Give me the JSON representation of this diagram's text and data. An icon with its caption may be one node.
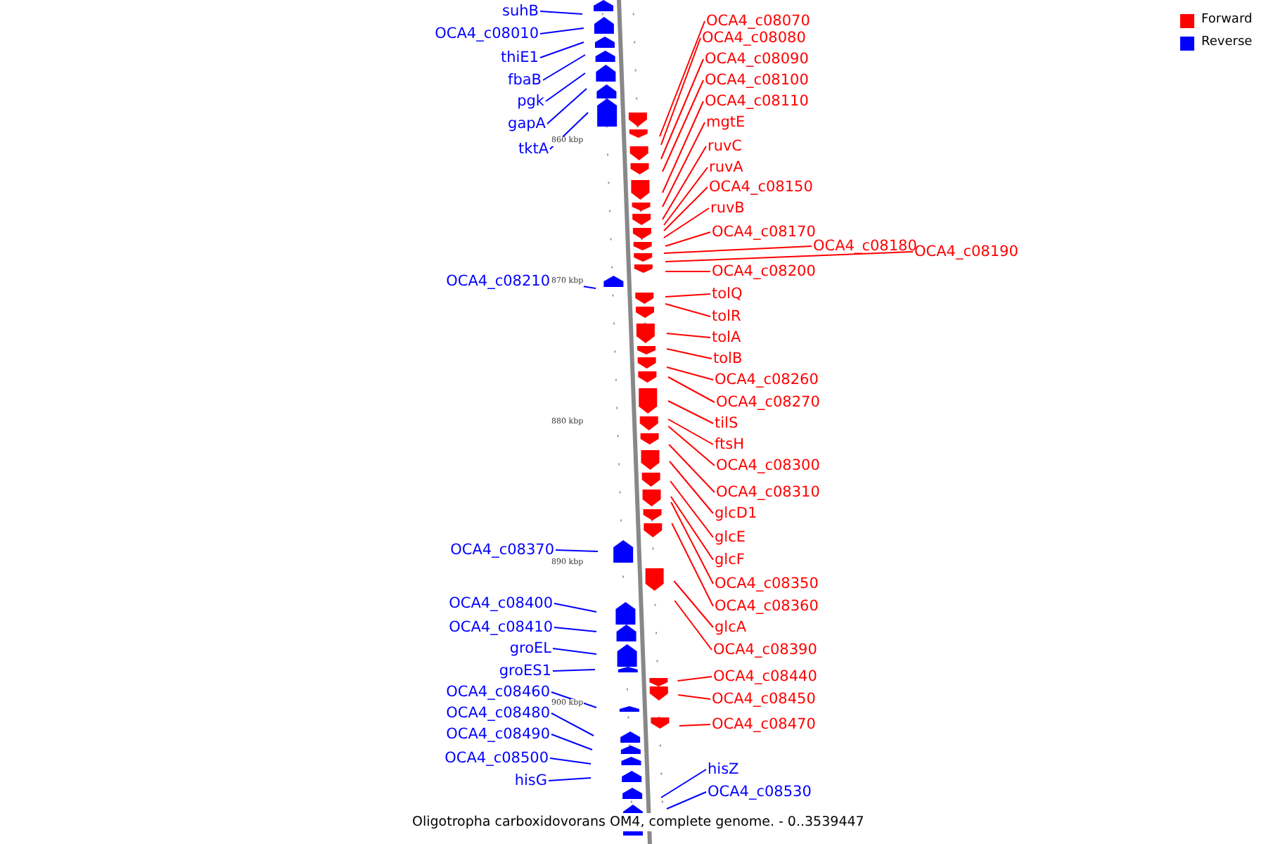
{
  "diagram": {
    "caption": "Oligotropha carboxidovorans OM4, complete genome. - 0..3539447",
    "nodes": [
      {
        "text": [
          "suhB"
        ]
      },
      {
        "text": [
          "OCA4_c08010"
        ]
      },
      {
        "text": [
          "thiE1"
        ]
      },
      {
        "text": [
          "fbaB"
        ]
      },
      {
        "text": [
          "pgk"
        ]
      },
      {
        "text": [
          "gapA"
        ]
      },
      {
        "text": [
          "tktA"
        ]
      },
      {
        "text": [
          "OCA4_c08210"
        ]
      },
      {
        "text": [
          "OCA4_c08370"
        ]
      },
      {
        "text": [
          "OCA4_c08400"
        ]
      },
      {
        "text": [
          "OCA4_c08410"
        ]
      },
      {
        "text": [
          "groEL"
        ]
      },
      {
        "text": [
          "groES1"
        ]
      },
      {
        "text": [
          "OCA4_c08460"
        ]
      },
      {
        "text": [
          "OCA4_c08480"
        ]
      },
      {
        "text": [
          "OCA4_c08490"
        ]
      },
      {
        "text": [
          "OCA4_c08500"
        ]
      },
      {
        "text": [
          "hisG"
        ]
      },
      {
        "text": [
          "OCA4_c08070"
        ]
      },
      {
        "text": [
          "OCA4_c08080"
        ]
      },
      {
        "text": [
          "OCA4_c08090"
        ]
      },
      {
        "text": [
          "OCA4_c08100"
        ]
      },
      {
        "text": [
          "OCA4_c08110"
        ]
      },
      {
        "text": [
          "mgtE"
        ]
      },
      {
        "text": [
          "ruvC"
        ]
      },
      {
        "text": [
          "ruvA"
        ]
      },
      {
        "text": [
          "OCA4_c08150"
        ]
      },
      {
        "text": [
          "ruvB"
        ]
      },
      {
        "text": [
          "OCA4_c08170"
        ]
      },
      {
        "text": [
          "OCA4_c08180"
        ]
      },
      {
        "text": [
          "OCA4_c08190"
        ]
      },
      {
        "text": [
          "OCA4_c08200"
        ]
      },
      {
        "text": [
          "tolQ"
        ]
      },
      {
        "text": [
          "tolR"
        ]
      },
      {
        "text": [
          "tolA"
        ]
      },
      {
        "text": [
          "tolB"
        ]
      },
      {
        "text": [
          "OCA4_c08260"
        ]
      },
      {
        "text": [
          "OCA4_c08270"
        ]
      },
      {
        "text": [
          "tilS"
        ]
      },
      {
        "text": [
          "ftsH"
        ]
      },
      {
        "text": [
          "OCA4_c08300"
        ]
      },
      {
        "text": [
          "OCA4_c08310"
        ]
      },
      {
        "text": [
          "glcD1"
        ]
      },
      {
        "text": [
          "glcE"
        ]
      },
      {
        "text": [
          "glcF"
        ]
      },
      {
        "text": [
          "OCA4_c08350"
        ]
      },
      {
        "text": [
          "OCA4_c08360"
        ]
      },
      {
        "text": [
          "glcA"
        ]
      },
      {
        "text": [
          "OCA4_c08390"
        ]
      },
      {
        "text": [
          "OCA4_c08440"
        ]
      },
      {
        "text": [
          "OCA4_c08450"
        ]
      },
      {
        "text": [
          "OCA4_c08470"
        ]
      },
      {
        "text": [
          "hisZ"
        ]
      },
      {
        "text": [
          "OCA4_c08530"
        ]
      }
    ],
    "edges": [
      {
        "from": 0,
        "to": null,
        "arrow": "none",
        "color": "#0000ff"
      },
      {
        "from": 1,
        "to": null,
        "arrow": "none",
        "color": "#0000ff"
      },
      {
        "from": 2,
        "to": null,
        "arrow": "none",
        "color": "#0000ff"
      },
      {
        "from": 3,
        "to": null,
        "arrow": "none",
        "color": "#0000ff"
      },
      {
        "from": 4,
        "to": null,
        "arrow": "none",
        "color": "#0000ff"
      },
      {
        "from": 5,
        "to": null,
        "arrow": "none",
        "color": "#0000ff"
      },
      {
        "from": 6,
        "to": null,
        "arrow": "none",
        "color": "#0000ff"
      },
      {
        "from": 7,
        "to": null,
        "arrow": "none",
        "color": "#0000ff"
      },
      {
        "from": 8,
        "to": null,
        "arrow": "none",
        "color": "#0000ff"
      },
      {
        "from": 9,
        "to": null,
        "arrow": "none",
        "color": "#0000ff"
      },
      {
        "from": 10,
        "to": null,
        "arrow": "none",
        "color": "#0000ff"
      },
      {
        "from": 11,
        "to": null,
        "arrow": "none",
        "color": "#0000ff"
      },
      {
        "from": 12,
        "to": null,
        "arrow": "none",
        "color": "#0000ff"
      },
      {
        "from": 13,
        "to": null,
        "arrow": "none",
        "color": "#0000ff"
      },
      {
        "from": 14,
        "to": null,
        "arrow": "none",
        "color": "#0000ff"
      },
      {
        "from": 15,
        "to": null,
        "arrow": "none",
        "color": "#0000ff"
      },
      {
        "from": 16,
        "to": null,
        "arrow": "none",
        "color": "#0000ff"
      },
      {
        "from": 17,
        "to": null,
        "arrow": "none",
        "color": "#0000ff"
      },
      {
        "from": 18,
        "to": null,
        "arrow": "none"
      },
      {
        "from": 19,
        "to": null,
        "arrow": "none"
      },
      {
        "from": 20,
        "to": null,
        "arrow": "none"
      },
      {
        "from": 21,
        "to": null,
        "arrow": "none"
      },
      {
        "from": 22,
        "to": null,
        "arrow": "none"
      },
      {
        "from": 23,
        "to": null,
        "arrow": "none"
      },
      {
        "from": 24,
        "to": null,
        "arrow": "none"
      },
      {
        "from": 25,
        "to": null,
        "arrow": "none"
      },
      {
        "from": 26,
        "to": null,
        "arrow": "none"
      },
      {
        "from": 27,
        "to": null,
        "arrow": "none"
      },
      {
        "from": 28,
        "to": null,
        "arrow": "none"
      },
      {
        "from": 29,
        "to": null,
        "arrow": "none"
      },
      {
        "from": 30,
        "to": null,
        "arrow": "none"
      },
      {
        "from": 31,
        "to": null,
        "arrow": "none"
      },
      {
        "from": 32,
        "to": null,
        "arrow": "none"
      },
      {
        "from": 33,
        "to": null,
        "arrow": "none"
      },
      {
        "from": 34,
        "to": null,
        "arrow": "none"
      },
      {
        "from": 35,
        "to": null,
        "arrow": "none"
      },
      {
        "from": 36,
        "to": null,
        "arrow": "none"
      },
      {
        "from": 37,
        "to": null,
        "arrow": "none"
      },
      {
        "from": 38,
        "to": null,
        "arrow": "none"
      },
      {
        "from": 39,
        "to": null,
        "arrow": "none"
      },
      {
        "from": 40,
        "to": null,
        "arrow": "none"
      },
      {
        "from": 41,
        "to": null,
        "arrow": "none"
      },
      {
        "from": 42,
        "to": null,
        "arrow": "none"
      },
      {
        "from": 43,
        "to": null,
        "arrow": "none"
      },
      {
        "from": 44,
        "to": null,
        "arrow": "none"
      },
      {
        "from": 45,
        "to": null,
        "arrow": "none"
      },
      {
        "from": 46,
        "to": null,
        "arrow": "none"
      },
      {
        "from": 47,
        "to": null,
        "arrow": "none"
      },
      {
        "from": 48,
        "to": null,
        "arrow": "none"
      },
      {
        "from": 49,
        "to": null,
        "arrow": "none"
      },
      {
        "from": 50,
        "to": null,
        "arrow": "none"
      },
      {
        "from": 51,
        "to": null,
        "arrow": "none"
      },
      {
        "from": 52,
        "to": null,
        "arrow": "none",
        "color": "#0000ff"
      },
      {
        "from": 53,
        "to": null,
        "arrow": "none",
        "color": "#0000ff"
      }
    ],
    "labels": [
      "860 kbp",
      "870 kbp",
      "880 kbp",
      "890 kbp",
      "900 kbp"
    ],
    "legend": [
      {
        "text": "Forward",
        "color": "#ff0000"
      },
      {
        "text": "Reverse",
        "color": "#0000ff"
      }
    ]
  }
}
